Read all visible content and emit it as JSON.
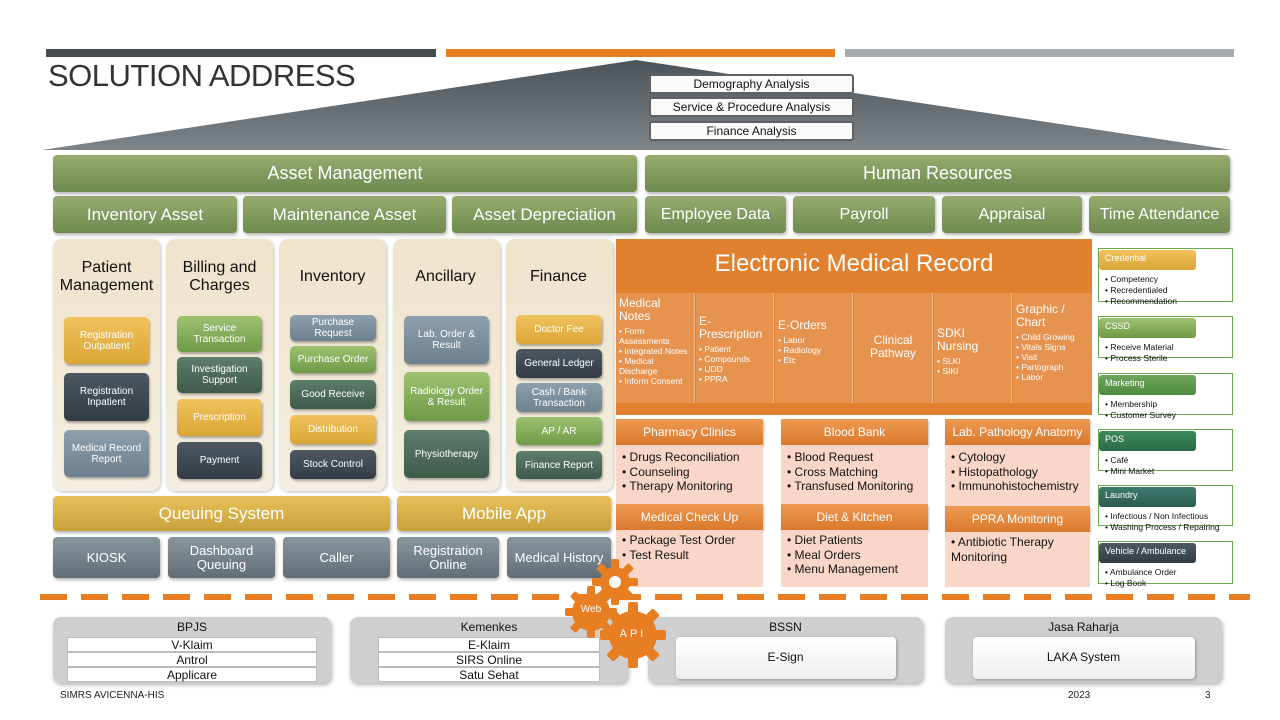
{
  "title": "SOLUTION ADDRESS",
  "colors": {
    "dark": "#434b50",
    "orange": "#e77e22",
    "gray": "#a7abae",
    "green": "#7a9459",
    "emr": "#e1802e"
  },
  "analysis": [
    "Demography Analysis",
    "Service & Procedure Analysis",
    "Finance Analysis"
  ],
  "asset_management": {
    "label": "Asset Management",
    "items": [
      "Inventory Asset",
      "Maintenance Asset",
      "Asset Depreciation"
    ]
  },
  "human_resources": {
    "label": "Human Resources",
    "items": [
      "Employee Data",
      "Payroll",
      "Appraisal",
      "Time Attendance"
    ]
  },
  "modules": [
    {
      "title": "Patient Management",
      "items": [
        "Registration Outpatient",
        "Registration Inpatient",
        "Medical Record Report"
      ]
    },
    {
      "title": "Billing and Charges",
      "items": [
        "Service Transaction",
        "Investigation Support",
        "Prescription",
        "Payment"
      ]
    },
    {
      "title": "Inventory",
      "items": [
        "Purchase Request",
        "Purchase Order",
        "Good Receive",
        "Distribution",
        "Stock Control"
      ]
    },
    {
      "title": "Ancillary",
      "items": [
        "Lab. Order & Result",
        "Radiology Order & Result",
        "Physiotherapy"
      ]
    },
    {
      "title": "Finance",
      "items": [
        "Doctor Fee",
        "General Ledger",
        "Cash / Bank Transaction",
        "AP / AR",
        "Finance Report"
      ]
    }
  ],
  "queuing": {
    "label": "Queuing System",
    "items": [
      "KIOSK",
      "Dashboard Queuing",
      "Caller"
    ]
  },
  "mobile": {
    "label": "Mobile App",
    "items": [
      "Registration Online",
      "Medical History"
    ]
  },
  "emr": {
    "title": "Electronic Medical Record",
    "sections": [
      {
        "title": "Medical Notes",
        "items": [
          "Form Assessments",
          "Integrated Notes",
          "Medical Discharge",
          "Inform Consent"
        ]
      },
      {
        "title": "E-Prescription",
        "items": [
          "Patient",
          "Compounds",
          "UDD",
          "PPRA"
        ]
      },
      {
        "title": "E-Orders",
        "items": [
          "Labor",
          "Radiology",
          "Etc"
        ]
      },
      {
        "title": "Clinical Pathway",
        "items": []
      },
      {
        "title": "SDKI Nursing",
        "items": [
          "SLKI",
          "SIKI"
        ]
      },
      {
        "title": "Graphic / Chart",
        "items": [
          "Child Growing",
          "Vitals Signs",
          "Visit",
          "Partograph",
          "Labor"
        ]
      }
    ]
  },
  "services": [
    {
      "title": "Pharmacy Clinics",
      "items": [
        "Drugs Reconciliation",
        "Counseling",
        "Therapy Monitoring"
      ]
    },
    {
      "title": "Blood Bank",
      "items": [
        "Blood Request",
        "Cross Matching",
        "Transfused Monitoring"
      ]
    },
    {
      "title": "Lab. Pathology Anatomy",
      "items": [
        "Cytology",
        "Histopathology",
        "Immunohistochemistry"
      ]
    },
    {
      "title": "Medical Check Up",
      "items": [
        "Package Test Order",
        "Test Result"
      ]
    },
    {
      "title": "Diet & Kitchen",
      "items": [
        "Diet Patients",
        "Meal Orders",
        "Menu Management"
      ]
    },
    {
      "title": "PPRA Monitoring",
      "items": [
        "Antibiotic Therapy Monitoring"
      ]
    }
  ],
  "side_panels": [
    {
      "title": "Credential",
      "items": [
        "Competency",
        "Recredentialed",
        "Recommendation"
      ]
    },
    {
      "title": "CSSD",
      "items": [
        "Receive Material",
        "Process Sterile"
      ]
    },
    {
      "title": "Marketing",
      "items": [
        "Membership",
        "Customer Survey"
      ]
    },
    {
      "title": "POS",
      "items": [
        "Café",
        "Mini Market"
      ]
    },
    {
      "title": "Laundry",
      "items": [
        "Infectious / Non Infectious",
        "Washing Process / Repairing"
      ]
    },
    {
      "title": "Vehicle / Ambulance",
      "items": [
        "Ambulance Order",
        "Log Book"
      ]
    }
  ],
  "gears": {
    "web": "Web",
    "api": "API"
  },
  "externals": [
    {
      "title": "BPJS",
      "items": [
        "V-Klaim",
        "Antrol",
        "Applicare"
      ]
    },
    {
      "title": "Kemenkes",
      "items": [
        "E-Klaim",
        "SIRS Online",
        "Satu Sehat"
      ]
    },
    {
      "title": "BSSN",
      "items": [
        "E-Sign"
      ]
    },
    {
      "title": "Jasa Raharja",
      "items": [
        "LAKA System"
      ]
    }
  ],
  "footer": {
    "left": "SIMRS AVICENNA-HIS",
    "year": "2023",
    "page": "3"
  }
}
